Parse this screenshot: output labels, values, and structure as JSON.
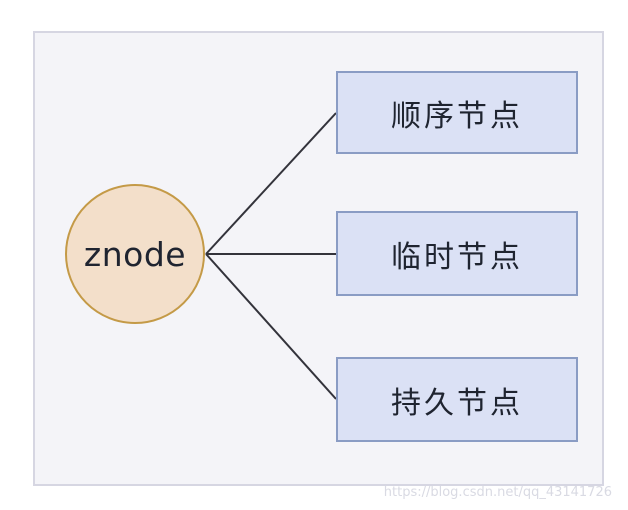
{
  "diagram": {
    "title": "znode types diagram",
    "root": {
      "label": "znode"
    },
    "children": [
      {
        "label": "顺序节点"
      },
      {
        "label": "临时节点"
      },
      {
        "label": "持久节点"
      }
    ]
  },
  "watermark": "https://blog.csdn.net/qq_43141726",
  "colors": {
    "canvas_bg": "#ffffff",
    "panel_bg": "#f4f4f8",
    "panel_border": "#d6d6e2",
    "circle_fill": "#f3dfca",
    "circle_border": "#c49a47",
    "box_fill": "#dbe1f5",
    "box_border": "#8a9cc4",
    "line": "#33333b",
    "text": "#1f2430",
    "watermark": "#d9dae3"
  }
}
